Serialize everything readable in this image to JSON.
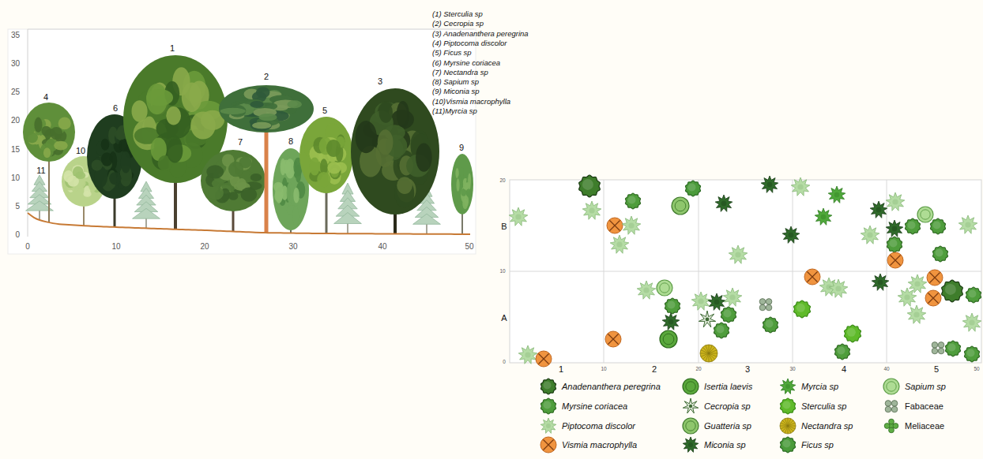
{
  "diagram": {
    "labels": [
      "35",
      "30",
      "25",
      "20",
      "15",
      "10",
      "5",
      "0",
      "0",
      "10",
      "20",
      "30",
      "40",
      "50",
      "11",
      "4",
      "10",
      "6",
      "1",
      "7",
      "2",
      "8",
      "5",
      "3",
      "9",
      "(1) Sterculia sp",
      "(2) Cecropia sp",
      "(3) Anadenanthera peregrina",
      "(4) Piptocoma discolor",
      "(5) Ficus sp",
      "(6) Myrsine coriacea",
      "(7) Nectandra sp",
      "(8) Sapium sp",
      "(9) Miconia sp",
      "(10)Vismia macrophylla",
      "(11)Myrcia sp",
      "20",
      "B",
      "10",
      "A",
      "0",
      "1",
      "10",
      "2",
      "20",
      "3",
      "30",
      "4",
      "40",
      "5",
      "50"
    ],
    "legend": [
      {
        "text": "Anadenanthera peregrina"
      },
      {
        "text": "Myrsine coriacea"
      },
      {
        "text": "Piptocoma discolor"
      },
      {
        "text": "Vismia macrophylla"
      },
      {
        "text": "Isertia laevis"
      },
      {
        "text": "Cecropia sp"
      },
      {
        "text": "Guatteria sp"
      },
      {
        "text": "Miconia sp"
      },
      {
        "text": "Myrcia sp"
      },
      {
        "text": "Sterculia sp"
      },
      {
        "text": "Nectandra sp"
      },
      {
        "text": "Ficus sp"
      },
      {
        "text": "Sapium sp"
      },
      {
        "text": "Fabaceae"
      },
      {
        "text": "Meliaceae"
      }
    ]
  }
}
